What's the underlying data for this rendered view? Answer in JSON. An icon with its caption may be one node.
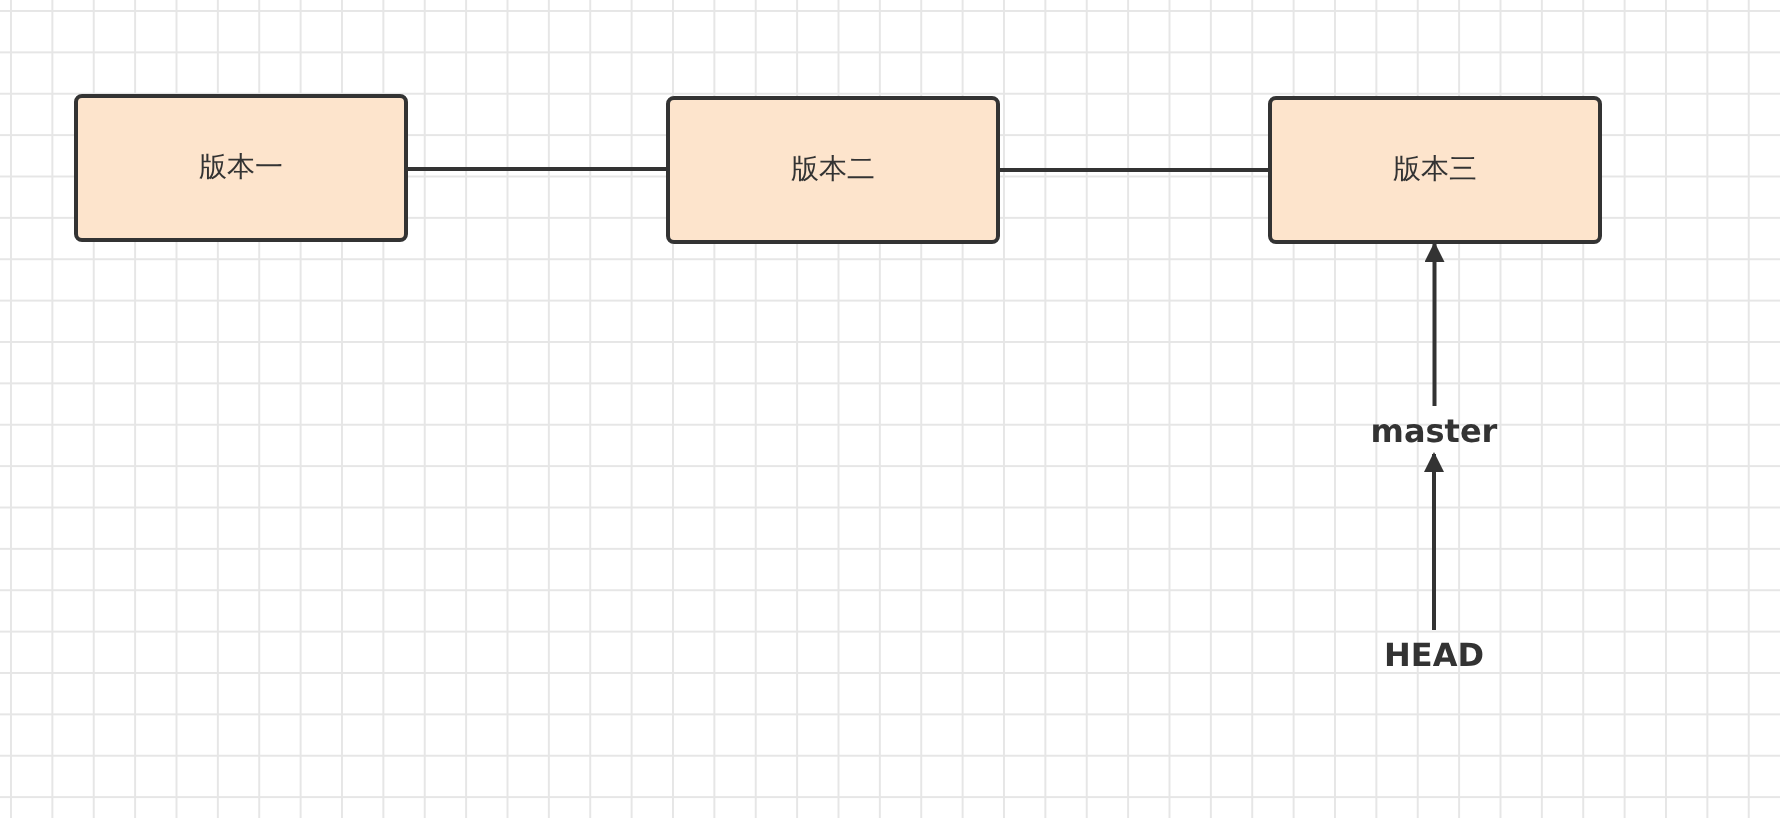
{
  "diagram": {
    "nodes": [
      {
        "text": [
          "版本一"
        ]
      },
      {
        "text": [
          "版本二"
        ]
      },
      {
        "text": [
          "版本三"
        ]
      },
      {
        "text": [
          "master"
        ]
      },
      {
        "text": [
          "HEAD"
        ]
      }
    ],
    "edges": [
      {
        "from": 0,
        "to": 1,
        "arrow": "none"
      },
      {
        "from": 1,
        "to": 2,
        "arrow": "none"
      },
      {
        "from": 3,
        "to": 2,
        "arrow": "to"
      },
      {
        "from": 4,
        "to": 3,
        "arrow": "to"
      }
    ]
  }
}
